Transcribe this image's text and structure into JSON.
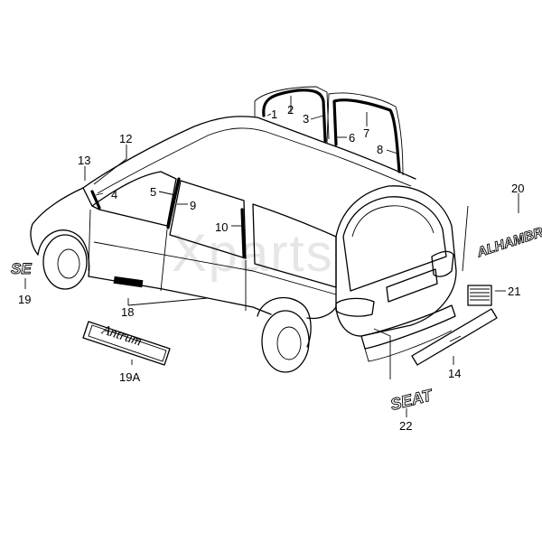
{
  "watermark": "Xparts",
  "emblems": {
    "model_badge": "ALHAMBRA",
    "brand_badge": "SEAT",
    "side_badge": "SE",
    "script_badge": "Antrum"
  },
  "callouts": [
    {
      "id": "1",
      "label": "1"
    },
    {
      "id": "2",
      "label": "2"
    },
    {
      "id": "3",
      "label": "3"
    },
    {
      "id": "4",
      "label": "4"
    },
    {
      "id": "5",
      "label": "5"
    },
    {
      "id": "6",
      "label": "6"
    },
    {
      "id": "7",
      "label": "7"
    },
    {
      "id": "8",
      "label": "8"
    },
    {
      "id": "9",
      "label": "9"
    },
    {
      "id": "10",
      "label": "10"
    },
    {
      "id": "12",
      "label": "12"
    },
    {
      "id": "13",
      "label": "13"
    },
    {
      "id": "14",
      "label": "14"
    },
    {
      "id": "18",
      "label": "18"
    },
    {
      "id": "19",
      "label": "19"
    },
    {
      "id": "19a",
      "label": "19A"
    },
    {
      "id": "20",
      "label": "20"
    },
    {
      "id": "21",
      "label": "21"
    },
    {
      "id": "22",
      "label": "22"
    }
  ]
}
